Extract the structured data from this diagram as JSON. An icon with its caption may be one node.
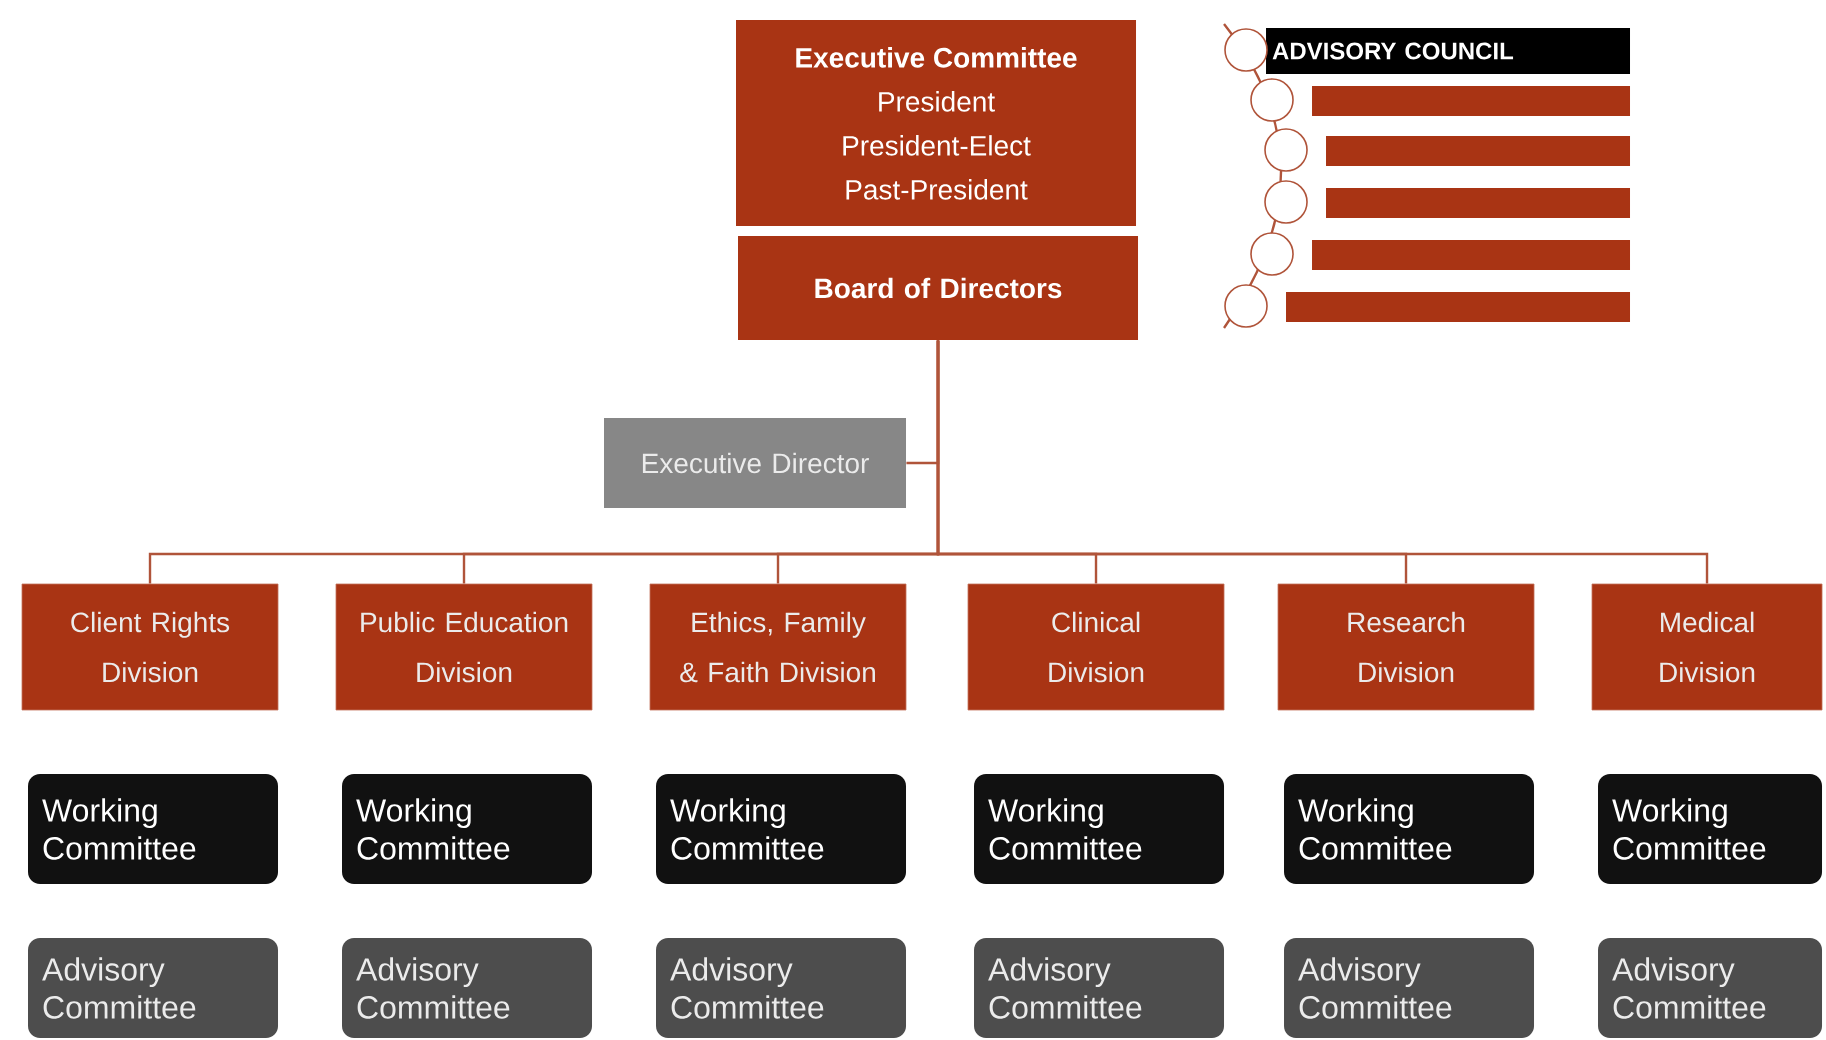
{
  "diagram": {
    "nodes": [
      {
        "text": [
          "Executive Committee",
          "President",
          "President-Elect",
          "Past-President"
        ]
      },
      {
        "text": [
          "Board of Directors"
        ]
      },
      {
        "text": [
          "Executive Director"
        ]
      },
      {
        "text": [
          "Client Rights Division"
        ]
      },
      {
        "text": [
          "Public Education Division"
        ]
      },
      {
        "text": [
          "Ethics, Family & Faith Division"
        ]
      },
      {
        "text": [
          "Clinical Division"
        ]
      },
      {
        "text": [
          "Research Division"
        ]
      },
      {
        "text": [
          "Medical Division"
        ]
      },
      {
        "text": [
          "Working Committee"
        ]
      },
      {
        "text": [
          "Working Committee"
        ]
      },
      {
        "text": [
          "Working Committee"
        ]
      },
      {
        "text": [
          "Working Committee"
        ]
      },
      {
        "text": [
          "Working Committee"
        ]
      },
      {
        "text": [
          "Working Committee"
        ]
      },
      {
        "text": [
          "Advisory Committee"
        ]
      },
      {
        "text": [
          "Advisory Committee"
        ]
      },
      {
        "text": [
          "Advisory Committee"
        ]
      },
      {
        "text": [
          "Advisory Committee"
        ]
      },
      {
        "text": [
          "Advisory Committee"
        ]
      },
      {
        "text": [
          "Advisory Committee"
        ]
      },
      {
        "text": [
          "ADVISORY COUNCIL"
        ]
      },
      {
        "text": [],
        "shape": "bar"
      },
      {
        "text": [],
        "shape": "bar"
      },
      {
        "text": [],
        "shape": "bar"
      },
      {
        "text": [],
        "shape": "bar"
      },
      {
        "text": [],
        "shape": "bar"
      }
    ],
    "edges": [
      {
        "from": 1,
        "to": 2,
        "arrow": "none"
      },
      {
        "from": 1,
        "to": 3,
        "arrow": "none"
      },
      {
        "from": 1,
        "to": 4,
        "arrow": "none"
      },
      {
        "from": 1,
        "to": 5,
        "arrow": "none"
      },
      {
        "from": 1,
        "to": 6,
        "arrow": "none"
      },
      {
        "from": 1,
        "to": 7,
        "arrow": "none"
      },
      {
        "from": 1,
        "to": 8,
        "arrow": "none"
      }
    ]
  }
}
